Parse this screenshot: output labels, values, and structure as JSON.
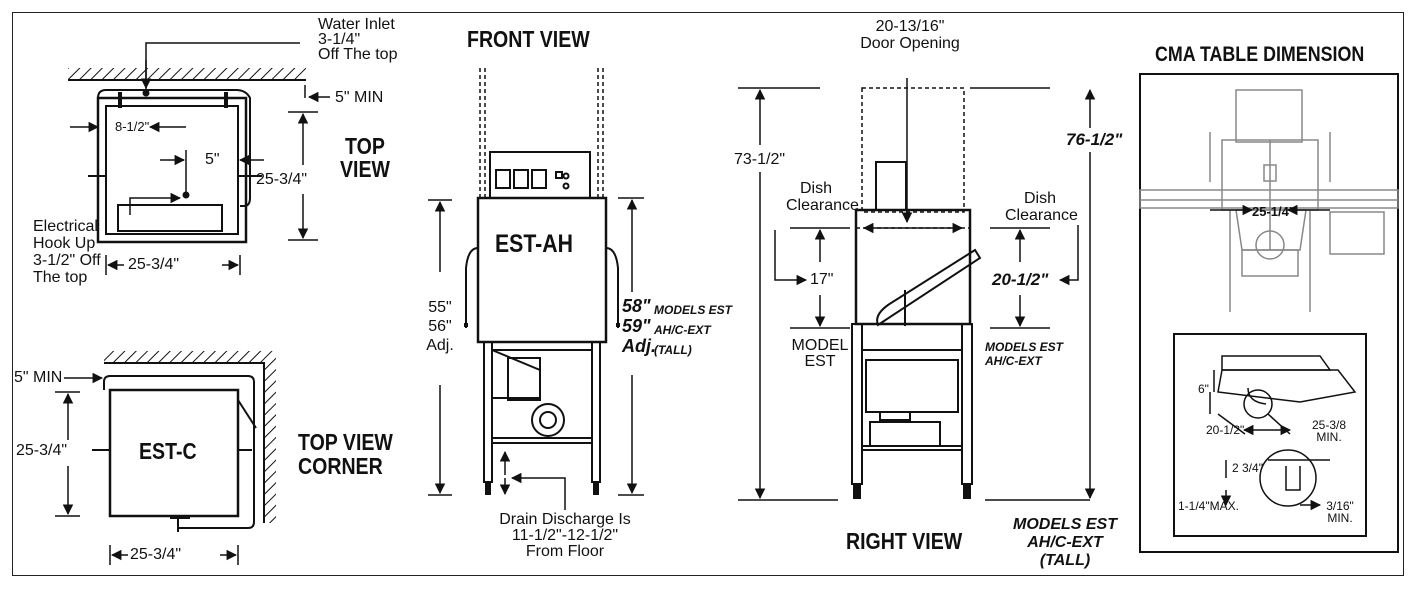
{
  "top_view": {
    "title_line1": "TOP",
    "title_line2": "VIEW",
    "water_inlet_line1": "Water Inlet",
    "water_inlet_line2": "3-1/4\"",
    "water_inlet_line3": "Off The top",
    "min_clearance": "5\" MIN",
    "inner_width": "8-1/2\"",
    "center_offset": "5\"",
    "depth": "25-3/4\"",
    "width": "25-3/4\"",
    "electrical_line1": "Electrical",
    "electrical_line2": "Hook Up",
    "electrical_line3": "3-1/2\" Off",
    "electrical_line4": "The top"
  },
  "corner_view": {
    "title_line1": "TOP VIEW",
    "title_line2": "CORNER",
    "min_clearance": "5\" MIN",
    "model": "EST-C",
    "depth": "25-3/4\"",
    "width": "25-3/4\""
  },
  "front_view": {
    "title": "FRONT VIEW",
    "model": "EST-AH",
    "height_line1": "55\"",
    "height_line2": "56\"",
    "height_line3": "Adj.",
    "tall_height_line1": "58\"",
    "tall_height_line2": "59\"",
    "tall_height_line3": "Adj.",
    "tall_models_line1": "MODELS EST",
    "tall_models_line2": "AH/C-EXT",
    "tall_models_line3": "(TALL)",
    "drain_line1": "Drain Discharge Is",
    "drain_line2": "11-1/2\"-12-1/2\"",
    "drain_line3": "From Floor"
  },
  "right_view": {
    "title": "RIGHT VIEW",
    "door_opening_line1": "20-13/16\"",
    "door_opening_line2": "Door Opening",
    "overall_height": "73-1/2\"",
    "tall_overall_height": "76-1/2\"",
    "dish_clearance_line1": "Dish",
    "dish_clearance_line2": "Clearance",
    "dish_clearance_value": "17\"",
    "model_label_line1": "MODEL",
    "model_label_line2": "EST",
    "tall_dish_clearance_line1": "Dish",
    "tall_dish_clearance_line2": "Clearance",
    "tall_dish_clearance_value": "20-1/2\"",
    "tall_model_line1": "MODELS EST",
    "tall_model_line2": "AH/C-EXT",
    "bottom_models_line1": "MODELS EST",
    "bottom_models_line2": "AH/C-EXT",
    "bottom_models_line3": "(TALL)"
  },
  "cma_table": {
    "title": "CMA TABLE DIMENSION",
    "table_width": "25-1/4\"",
    "backsplash": "6\"",
    "depth": "20-1/2\"",
    "trough_line1": "25-3/8",
    "trough_line2": "MIN.",
    "lip": "2 3/4\"",
    "max": "1-1/4\"MAX.",
    "gap_line1": "3/16\"",
    "gap_line2": "MIN."
  }
}
